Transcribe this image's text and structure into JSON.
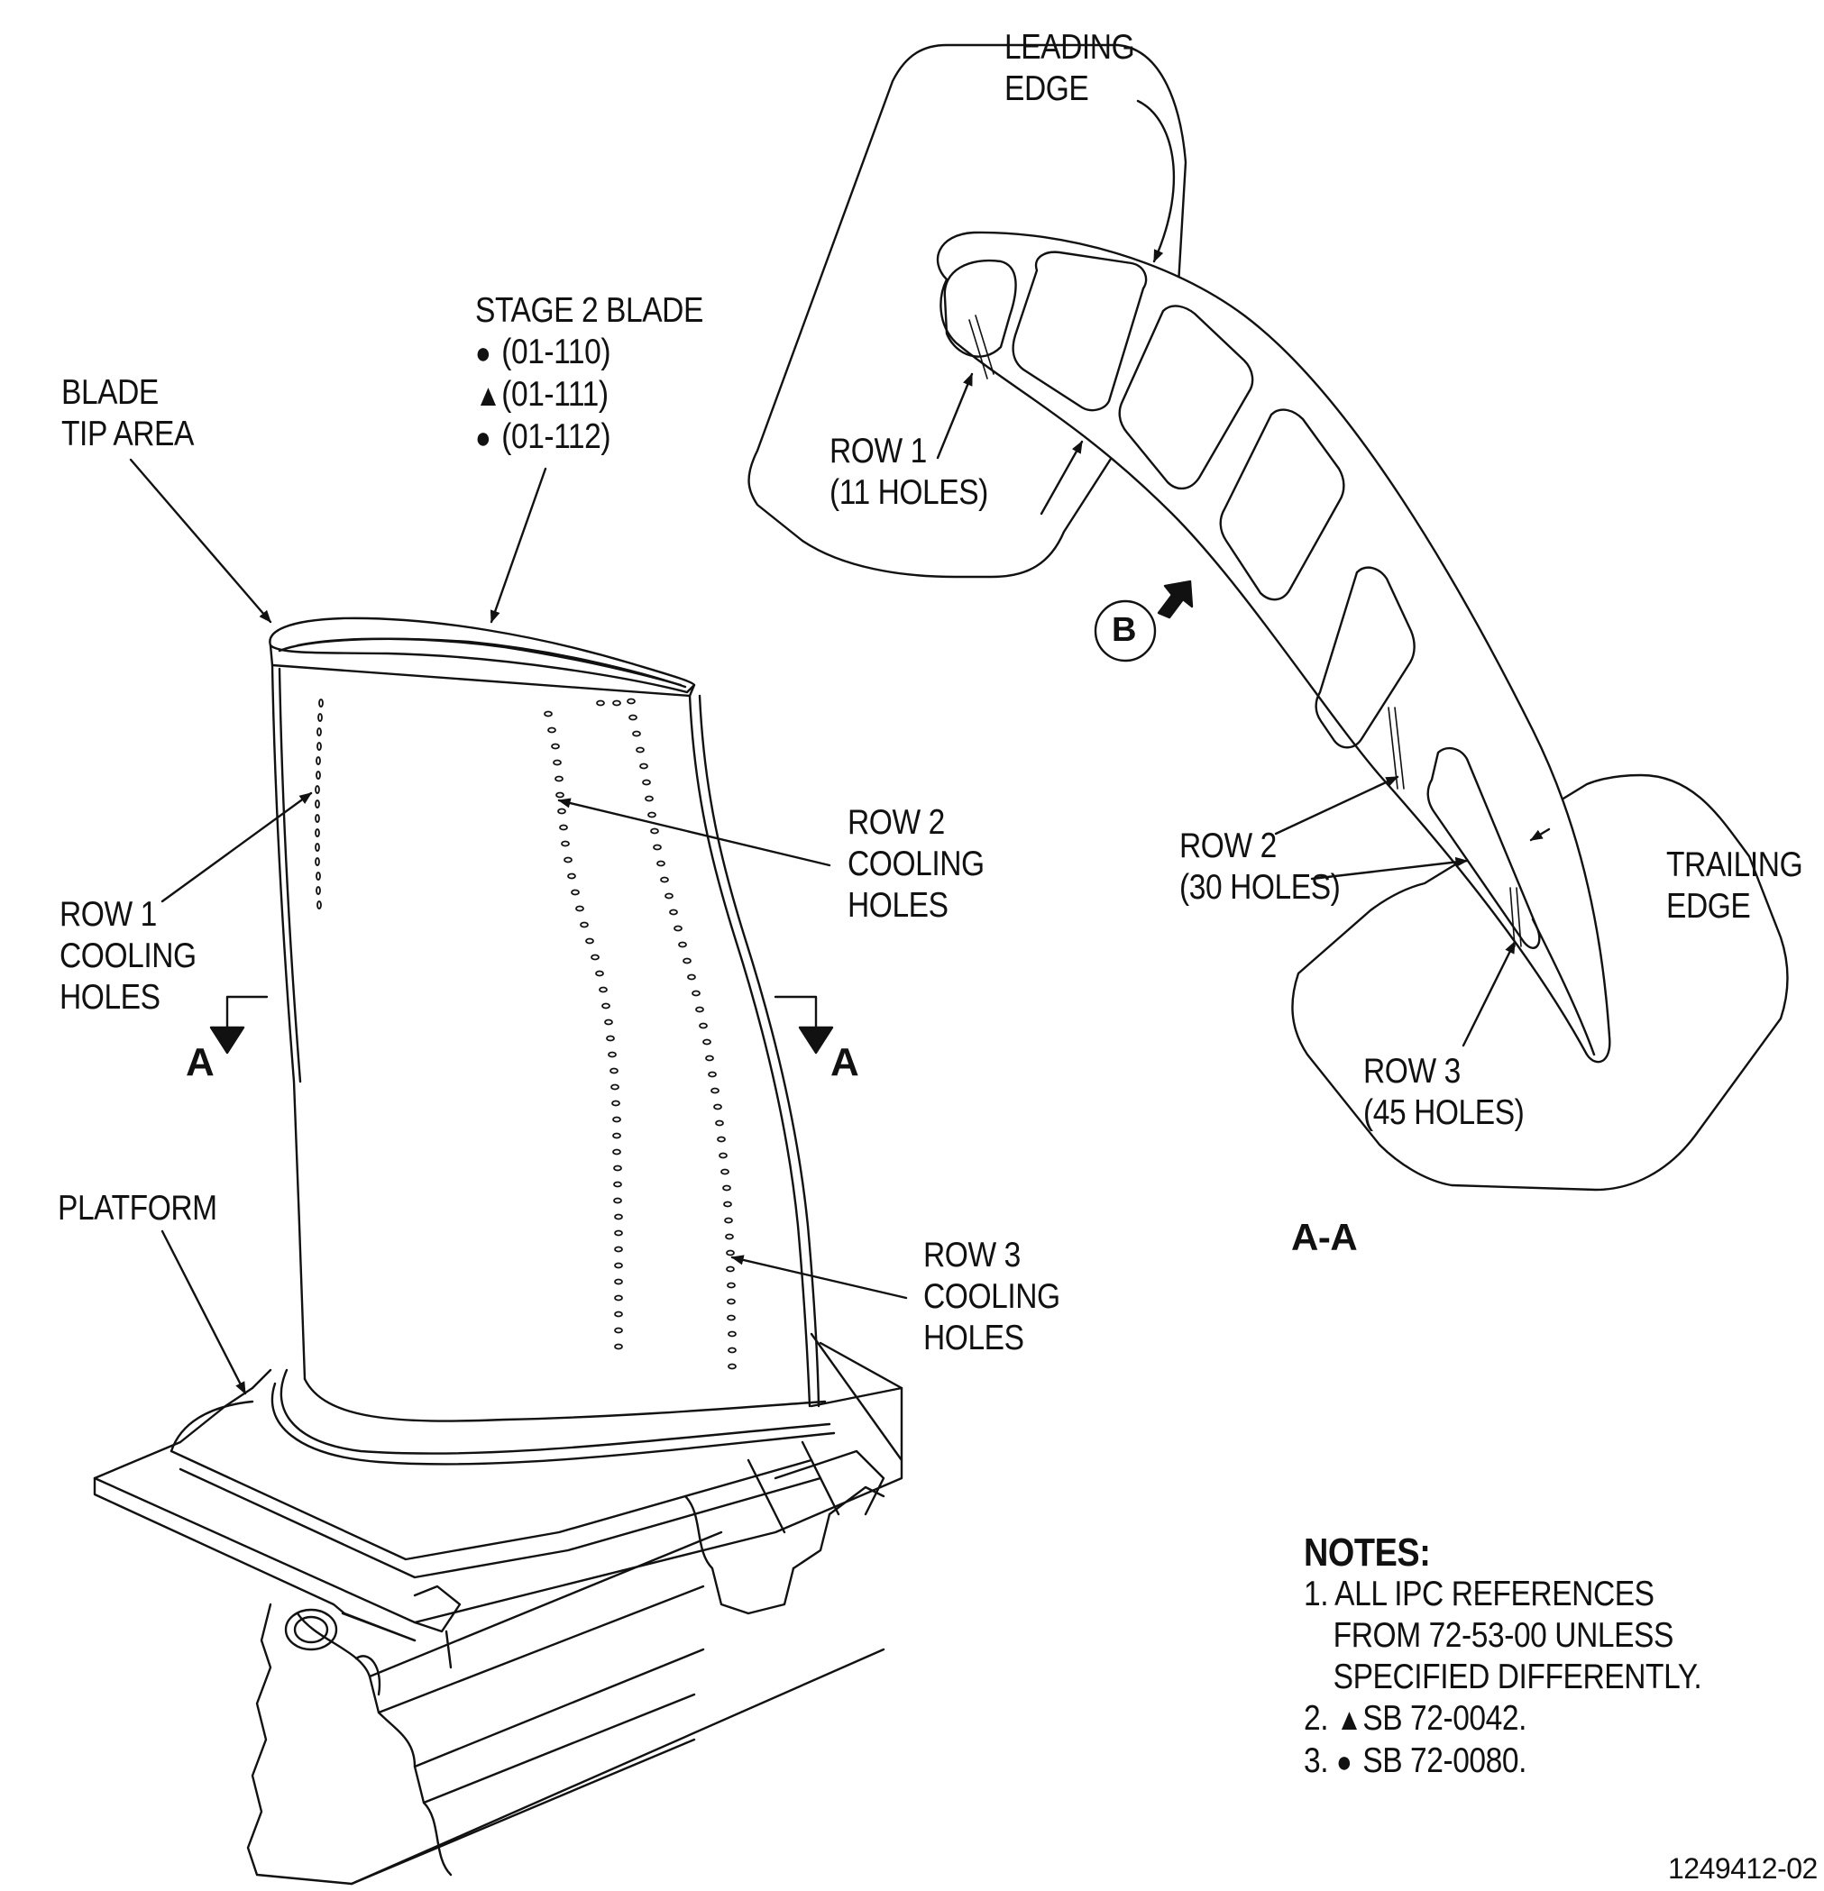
{
  "stage2_blade": {
    "title": "STAGE 2 BLADE",
    "refs": [
      {
        "symbol": "●",
        "ref": "(01-110)"
      },
      {
        "symbol": "▲",
        "ref": "(01-111)"
      },
      {
        "symbol": "●",
        "ref": "(01-112)"
      }
    ]
  },
  "labels": {
    "blade_tip": [
      "BLADE",
      "TIP AREA"
    ],
    "row1_cooling": [
      "ROW 1",
      "COOLING",
      "HOLES"
    ],
    "row2_cooling": [
      "ROW 2",
      "COOLING",
      "HOLES"
    ],
    "row3_cooling": [
      "ROW 3",
      "COOLING",
      "HOLES"
    ],
    "platform": "PLATFORM",
    "section_marker": "A"
  },
  "section_view": {
    "leading_edge": [
      "LEADING",
      "EDGE"
    ],
    "trailing_edge": [
      "TRAILING",
      "EDGE"
    ],
    "row1": [
      "ROW 1",
      "(11 HOLES)"
    ],
    "row2": [
      "ROW 2",
      "(30 HOLES)"
    ],
    "row3": [
      "ROW 3",
      "(45 HOLES)"
    ],
    "view_b": "B",
    "caption": "A-A"
  },
  "notes": {
    "title": "NOTES:",
    "items": [
      {
        "num": "1.",
        "lines": [
          "ALL IPC REFERENCES",
          "FROM 72-53-00 UNLESS",
          "SPECIFIED DIFFERENTLY."
        ]
      },
      {
        "num": "2.",
        "symbol": "▲",
        "text": "SB 72-0042."
      },
      {
        "num": "3.",
        "symbol": "●",
        "text": "SB 72-0080."
      }
    ]
  },
  "figure_number": "1249412-02",
  "colors": {
    "line": "#111111",
    "background": "#ffffff"
  }
}
